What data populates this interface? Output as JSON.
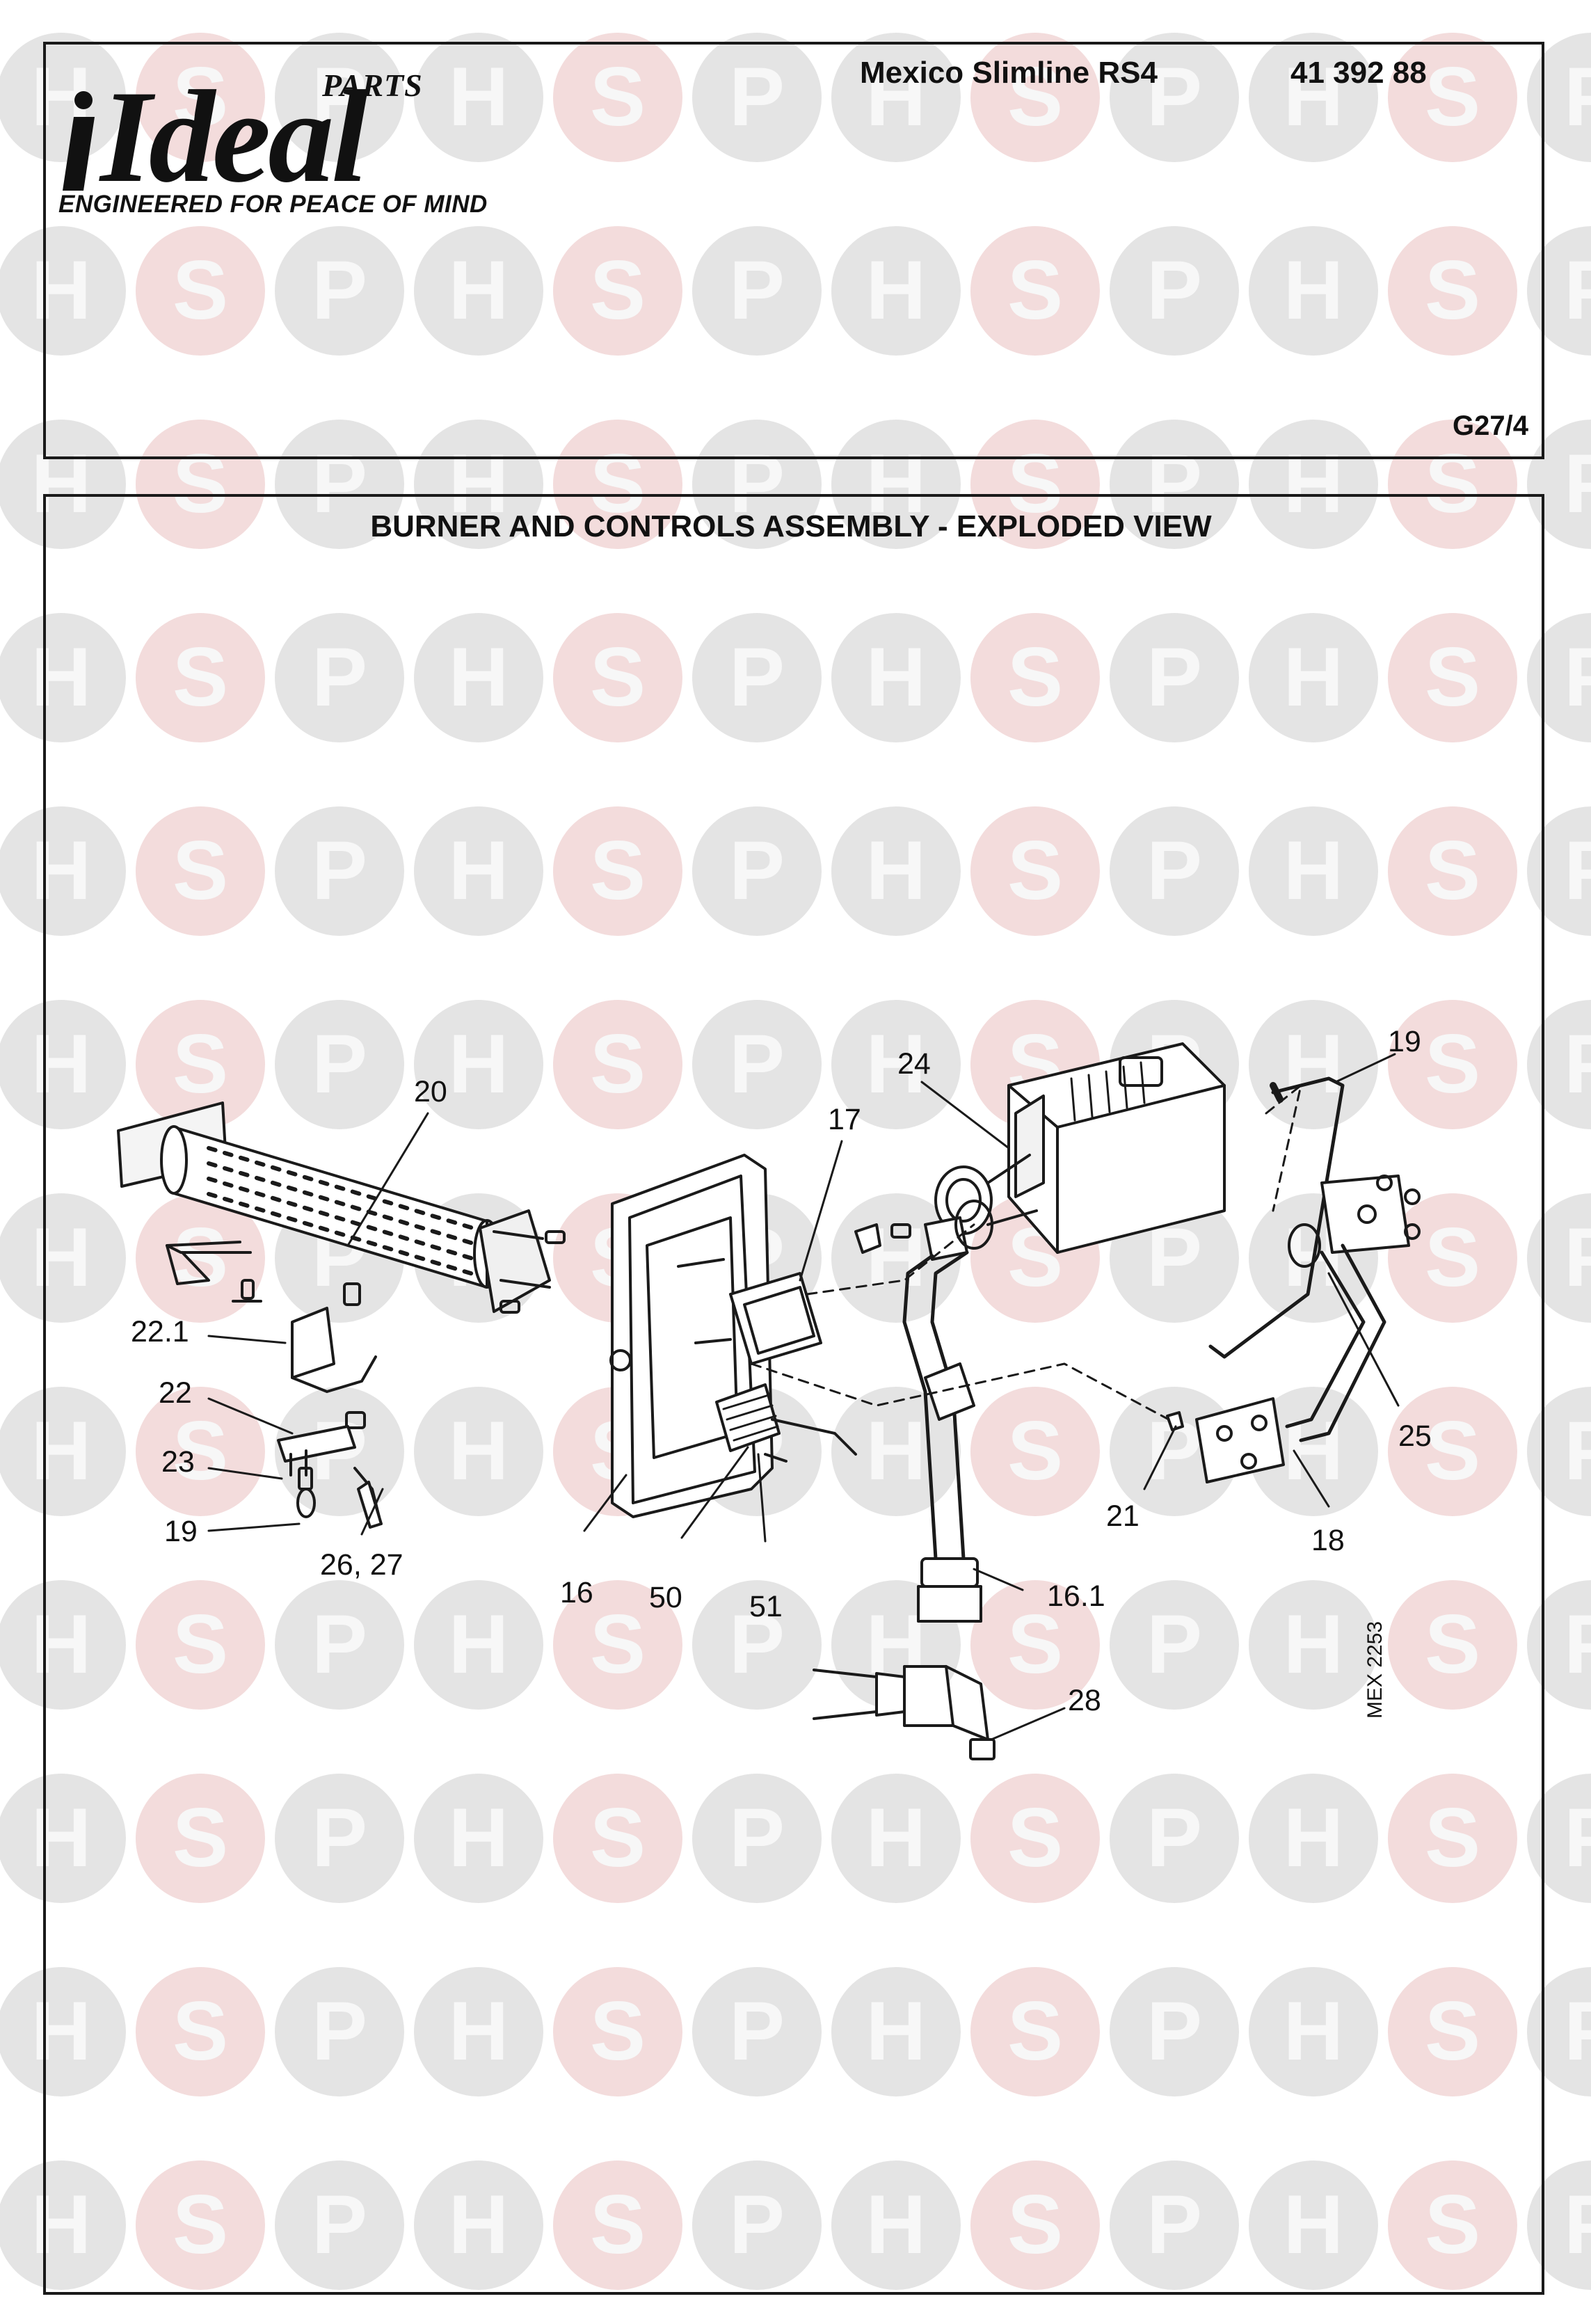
{
  "watermark": {
    "letters": [
      "H",
      "S",
      "P"
    ],
    "color_circle": "#e4e4e4",
    "color_s_circle": "#f3dcdc",
    "color_letter": "#f7f7f7"
  },
  "brand": {
    "parts_label": "PARTS",
    "name": "Ideal",
    "tagline": "ENGINEERED FOR PEACE OF MIND"
  },
  "header": {
    "model": "Mexico Slimline RS4",
    "part_number": "41 392 88",
    "sheet": "G27/4"
  },
  "diagram": {
    "title": "BURNER AND CONTROLS ASSEMBLY - EXPLODED VIEW",
    "reference": "MEX 2253",
    "callouts": {
      "c20": "20",
      "c17": "17",
      "c24": "24",
      "c19_top": "19",
      "c22_1": "22.1",
      "c22": "22",
      "c23": "23",
      "c19_left": "19",
      "c26_27": "26, 27",
      "c16": "16",
      "c50": "50",
      "c51": "51",
      "c25": "25",
      "c21": "21",
      "c18": "18",
      "c16_1": "16.1",
      "c28": "28"
    }
  }
}
